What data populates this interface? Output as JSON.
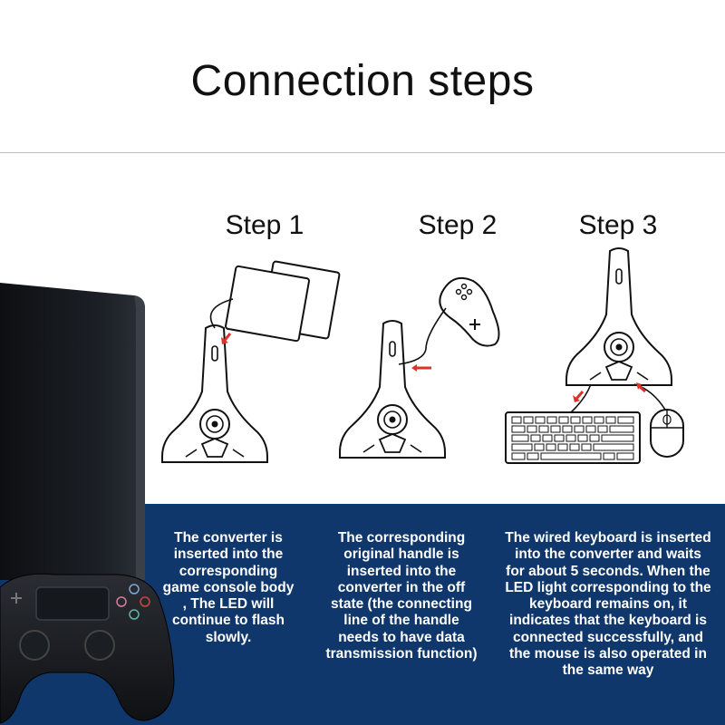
{
  "title": "Connection steps",
  "steps": [
    {
      "label": "Step 1",
      "description": "The converter is inserted into the corresponding game console body , The LED will continue to flash slowly."
    },
    {
      "label": "Step 2",
      "description": "The corresponding original handle is inserted into the converter in the off state (the connecting line of the handle needs to have data transmission function)"
    },
    {
      "label": "Step 3",
      "description": "The wired keyboard is inserted into the converter and waits for about 5 seconds. When the LED light corresponding to the keyboard remains on, it indicates that the keyboard is connected successfully, and the mouse is also operated in the same way"
    }
  ],
  "colors": {
    "band": "#10376b",
    "arrow": "#e0302a",
    "text_light": "#ffffff"
  }
}
